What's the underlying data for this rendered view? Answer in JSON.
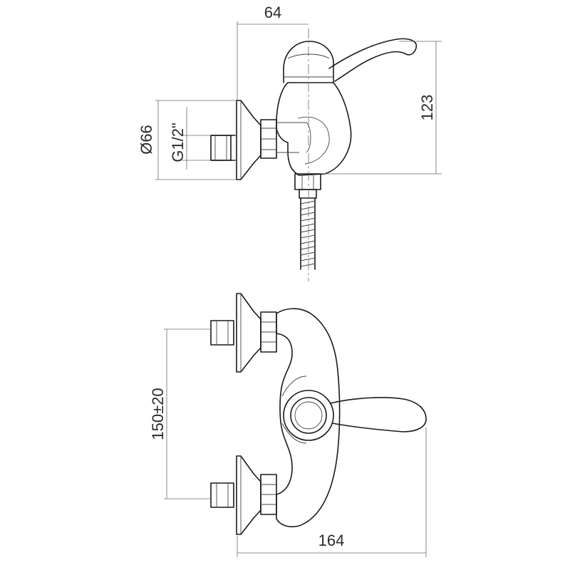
{
  "dimensions": {
    "top_width": "64",
    "height": "123",
    "diameter": "Ø66",
    "thread": "G1/2\"",
    "spacing": "150±20",
    "total_width": "164"
  },
  "colors": {
    "line": "#1a1a1a",
    "dimension": "#6a6a6a",
    "background": "#ffffff"
  }
}
